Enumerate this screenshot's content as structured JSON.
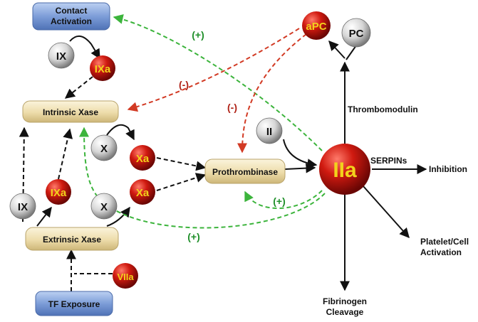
{
  "boxes": {
    "contact_activation": [
      "Contact",
      "Activation"
    ],
    "intrinsic_xase": "Intrinsic Xase",
    "extrinsic_xase": "Extrinsic Xase",
    "tf_exposure": "TF Exposure",
    "prothrombinase": "Prothrombinase"
  },
  "factors": {
    "ix_top": "IX",
    "ixa_top": "IXa",
    "x_mid": "X",
    "xa_mid": "Xa",
    "ix_low": "IX",
    "ixa_low": "IXa",
    "x_low": "X",
    "xa_low": "Xa",
    "viia": "VIIa",
    "ii": "II",
    "iia": "IIa",
    "apc": "aPC",
    "pc": "PC"
  },
  "labels": {
    "thrombomodulin": "Thrombomodulin",
    "serpins": "SERPINs",
    "inhibition": "Inhibition",
    "platelet_activation": [
      "Platelet/Cell",
      "Activation"
    ],
    "fibrinogen_cleavage": [
      "Fibrinogen",
      "Cleavage"
    ]
  },
  "feedback": {
    "plus_contact": "(+)",
    "plus_prothrombinase": "(+)",
    "plus_extrinsic": "(+)",
    "minus_intrinsic": "(-)",
    "minus_prothrombinase": "(-)"
  },
  "colors": {
    "positive_feedback": "#3cb43c",
    "negative_feedback": "#d23a24",
    "blue_box": "#7a9bd6",
    "yellow_box": "#efe2b4",
    "red_sphere": "#c8140c",
    "grey_sphere": "#d4d4d4"
  }
}
